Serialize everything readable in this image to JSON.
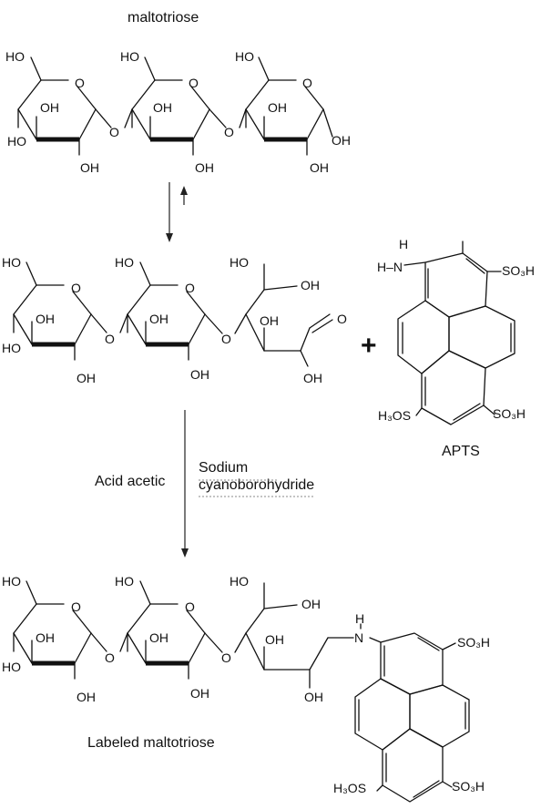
{
  "title_top": "maltotriose",
  "title_bottom": "Labeled maltotriose",
  "apts_label": "APTS",
  "reagent_left": "Acid acetic",
  "reagent_right_line1": "Sodium",
  "reagent_right_line2": "cyanoborohydride",
  "plus_sign": "+",
  "atoms": {
    "ho": "HO",
    "oh": "OH",
    "o": "O",
    "n": "N",
    "h": "H",
    "h_n": "H–N",
    "so3h": "SO₃H",
    "h3os": "H₃OS",
    "ald_o": "O"
  }
}
